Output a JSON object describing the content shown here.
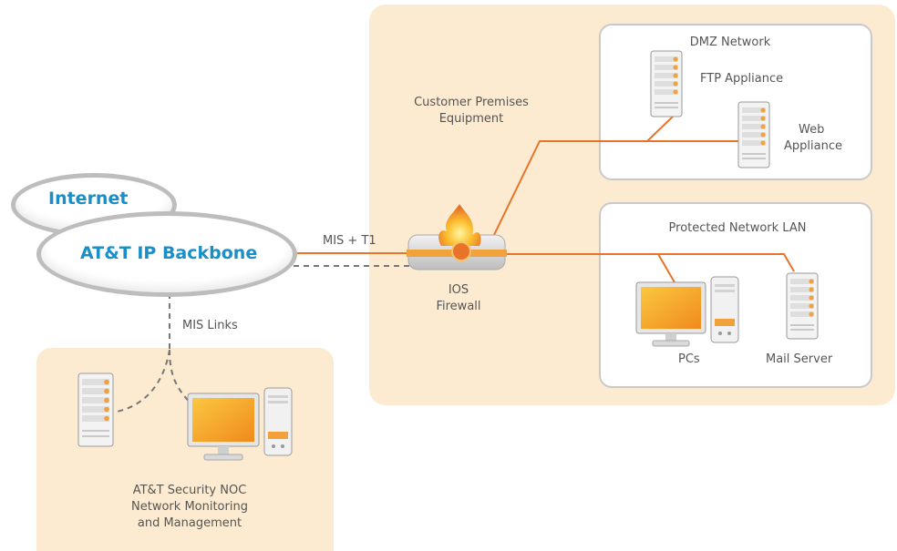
{
  "clouds": {
    "internet": "Internet",
    "backbone": "AT&T IP Backbone"
  },
  "links": {
    "mis_t1": "MIS + T1",
    "mis_links": "MIS Links"
  },
  "firewall": {
    "line1": "IOS",
    "line2": "Firewall"
  },
  "premises": {
    "line1": "Customer Premises",
    "line2": "Equipment"
  },
  "dmz": {
    "title": "DMZ Network",
    "ftp": "FTP Appliance",
    "web_line1": "Web",
    "web_line2": "Appliance"
  },
  "lan": {
    "title": "Protected Network LAN",
    "pcs": "PCs",
    "mail": "Mail Server"
  },
  "noc": {
    "line1": "AT&T Security NOC",
    "line2": "Network Monitoring",
    "line3": "and Management"
  },
  "colors": {
    "panel_fill": "#fcebd1",
    "link_orange": "#e8742a",
    "dashed_gray": "#777777",
    "title_blue": "#1a8fc7"
  }
}
